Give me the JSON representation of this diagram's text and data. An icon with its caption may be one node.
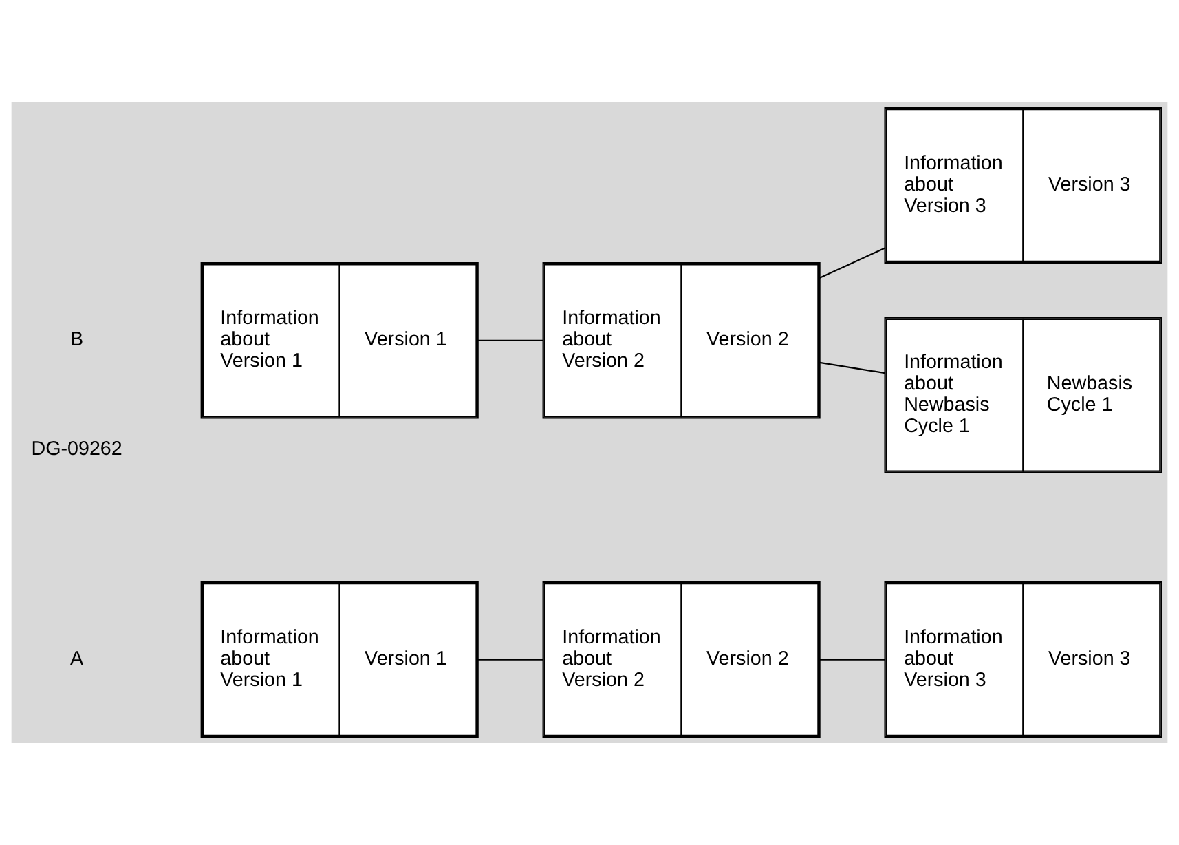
{
  "diagram": {
    "nodes": [
      {
        "text": [
          "Information about Version 1",
          "Version 1"
        ]
      },
      {
        "text": [
          "Information about Version 2",
          "Version 2"
        ]
      },
      {
        "text": [
          "Information about Version 3",
          "Version 3"
        ]
      },
      {
        "text": [
          "Information about Version 1",
          "Version 1"
        ]
      },
      {
        "text": [
          "Information about Version 2",
          "Version 2"
        ]
      },
      {
        "text": [
          "Information about Version 3",
          "Version 3"
        ]
      },
      {
        "text": [
          "Information about Newbasis Cycle 1",
          "Newbasis Cycle 1"
        ]
      }
    ],
    "edges": [
      {
        "from": 0,
        "to": 1,
        "arrow": "none"
      },
      {
        "from": 1,
        "to": 2,
        "arrow": "none"
      },
      {
        "from": 3,
        "to": 4,
        "arrow": "none"
      },
      {
        "from": 4,
        "to": 5,
        "arrow": "none"
      },
      {
        "from": 4,
        "to": 6,
        "arrow": "none"
      }
    ],
    "labels": [
      "A",
      "B",
      "DG-09262"
    ]
  }
}
